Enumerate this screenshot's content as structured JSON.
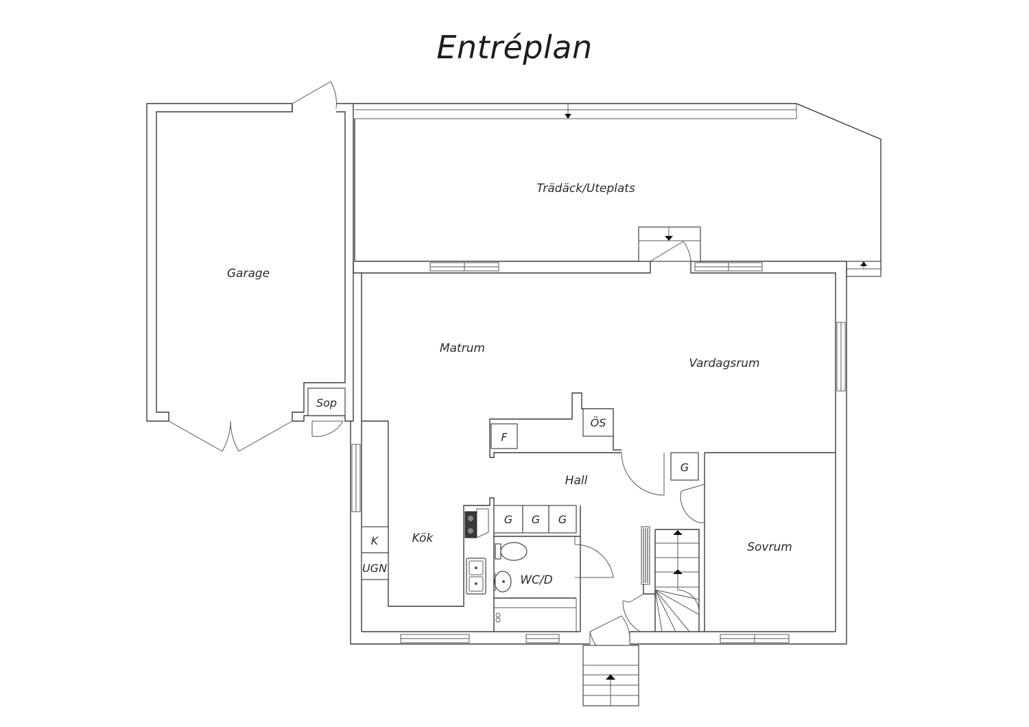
{
  "title": "Entréplan",
  "rooms": {
    "garage": "Garage",
    "deck": "Trädäck/Uteplats",
    "matrum": "Matrum",
    "vardagsrum": "Vardagsrum",
    "sop": "Sop",
    "os": "ÖS",
    "f": "F",
    "hall": "Hall",
    "g_hall": "G",
    "g1": "G",
    "g2": "G",
    "g3": "G",
    "kok": "Kök",
    "k": "K",
    "ugn": "UGN",
    "wcd": "WC/D",
    "sovrum": "Sovrum"
  }
}
